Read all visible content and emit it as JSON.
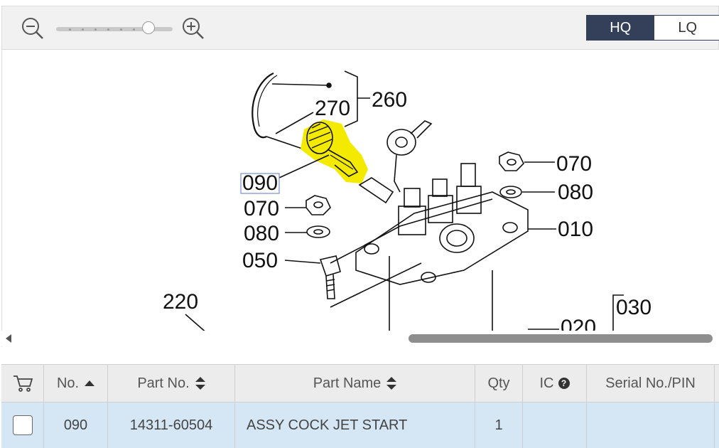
{
  "toolbar": {
    "zoom_out_icon": "zoom-out-magnifier-icon",
    "zoom_in_icon": "zoom-in-magnifier-icon",
    "zoom_level": 0.83,
    "quality": {
      "hq_label": "HQ",
      "lq_label": "LQ",
      "selected": "HQ"
    },
    "colors": {
      "active_bg": "#34405a",
      "highlight": "#f3ea00"
    }
  },
  "diagram": {
    "callouts": [
      "260",
      "270",
      "090",
      "070",
      "080",
      "050",
      "220",
      "070",
      "080",
      "010",
      "030",
      "020"
    ],
    "selected_callout": "090"
  },
  "table": {
    "headers": {
      "cart_icon": "cart-icon",
      "no": "No.",
      "part_no": "Part No.",
      "part_name": "Part Name",
      "qty": "Qty",
      "ic": "IC",
      "ic_help": "?",
      "serial": "Serial No./PIN"
    },
    "rows": [
      {
        "no": "090",
        "part_no": "14311-60504",
        "part_name": "ASSY COCK JET START",
        "qty": "1",
        "ic": "",
        "serial": "",
        "checked": false
      }
    ]
  }
}
